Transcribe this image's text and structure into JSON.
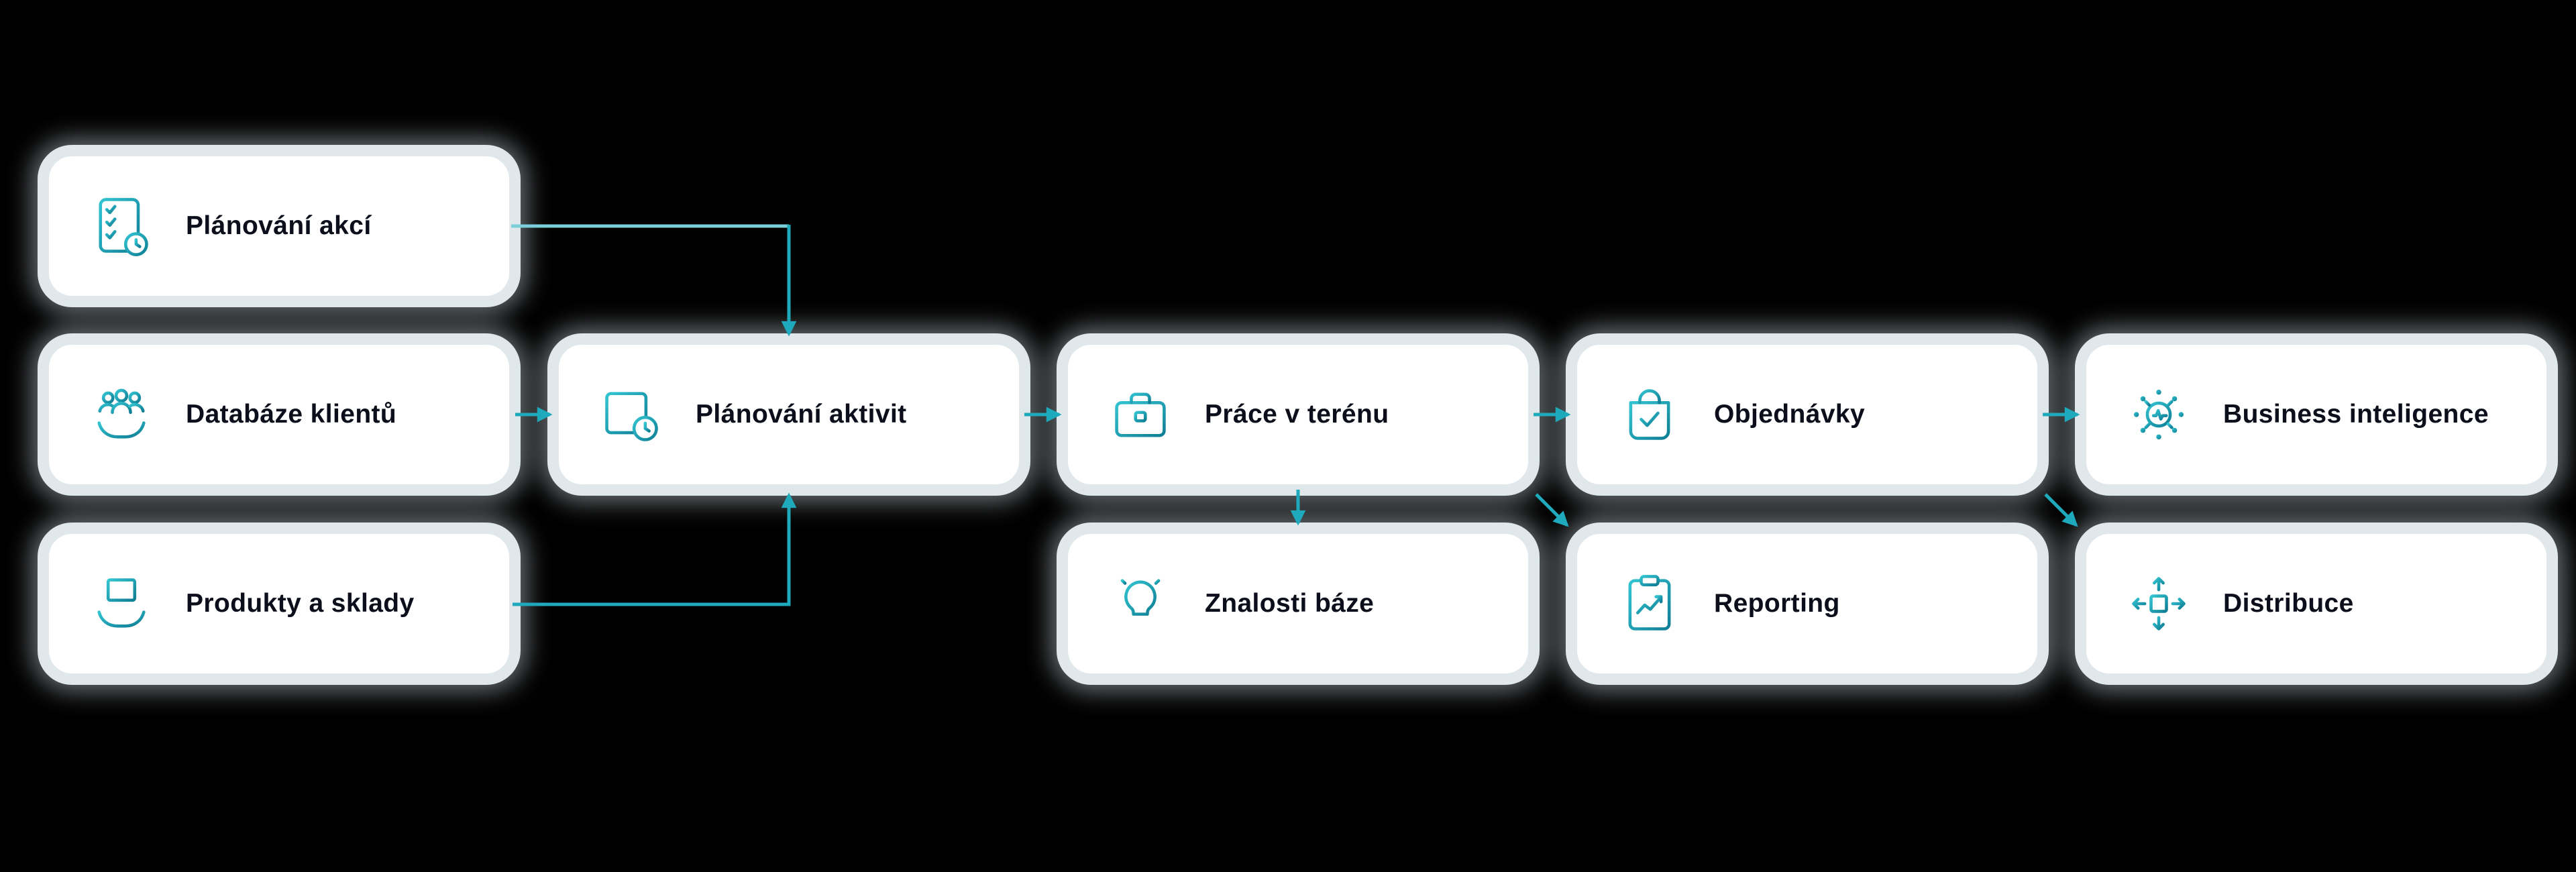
{
  "diagram": {
    "background": "#000000",
    "colors": {
      "card_background": "#FFFFFF",
      "card_halo": "#E0E8EC",
      "text": "#0C0F1B",
      "accent": "#1FA9BC",
      "accent_light": "#7BCFDB",
      "icon_gradient_start": "#33C4D1",
      "icon_gradient_end": "#0F7E95"
    },
    "nodes": [
      {
        "id": "planovani-akci",
        "label": "Plánování akcí",
        "icon": "checklist-clock-icon"
      },
      {
        "id": "databaze-klientu",
        "label": "Databáze klientů",
        "icon": "clients-icon"
      },
      {
        "id": "planovani-aktivit",
        "label": "Plánování aktivit",
        "icon": "calendar-clock-icon"
      },
      {
        "id": "prace-v-terenu",
        "label": "Práce v terénu",
        "icon": "briefcase-icon"
      },
      {
        "id": "objednavky",
        "label": "Objednávky",
        "icon": "shopping-bag-check-icon"
      },
      {
        "id": "business-inteligence",
        "label": "Business inteligence",
        "icon": "network-hub-icon"
      },
      {
        "id": "produkty-a-sklady",
        "label": "Produkty a sklady",
        "icon": "hand-box-icon"
      },
      {
        "id": "znalosti-baze",
        "label": "Znalosti báze",
        "icon": "lightbulb-icon"
      },
      {
        "id": "reporting",
        "label": "Reporting",
        "icon": "report-chart-icon"
      },
      {
        "id": "distribuce",
        "label": "Distribuce",
        "icon": "distribution-icon"
      }
    ],
    "edges": [
      {
        "from": "planovani-akci",
        "to": "planovani-aktivit",
        "style": "elbow-right-down"
      },
      {
        "from": "databaze-klientu",
        "to": "planovani-aktivit",
        "style": "straight-right"
      },
      {
        "from": "produkty-a-sklady",
        "to": "planovani-aktivit",
        "style": "elbow-right-up"
      },
      {
        "from": "planovani-aktivit",
        "to": "prace-v-terenu",
        "style": "straight-right"
      },
      {
        "from": "prace-v-terenu",
        "to": "objednavky",
        "style": "straight-right"
      },
      {
        "from": "prace-v-terenu",
        "to": "znalosti-baze",
        "style": "straight-down"
      },
      {
        "from": "prace-v-terenu",
        "to": "reporting",
        "style": "diagonal-down-right"
      },
      {
        "from": "objednavky",
        "to": "business-inteligence",
        "style": "straight-right"
      },
      {
        "from": "objednavky",
        "to": "distribuce",
        "style": "diagonal-down-right"
      }
    ]
  }
}
